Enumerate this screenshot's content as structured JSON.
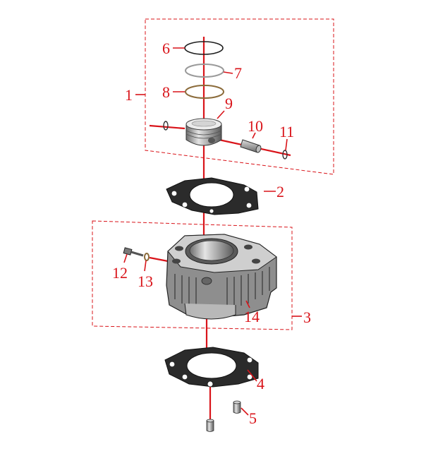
{
  "callouts": {
    "c1": "1",
    "c2": "2",
    "c3": "3",
    "c4": "4",
    "c5": "5",
    "c6": "6",
    "c7": "7",
    "c8": "8",
    "c9": "9",
    "c10": "10",
    "c11": "11",
    "c12": "12",
    "c13": "13",
    "c14": "14"
  },
  "colors": {
    "callout": "#d9141a",
    "part_dark": "#2b2b2b",
    "part_mid": "#8a8a8a",
    "part_light": "#d6d6d6",
    "ring_copper": "#8b6b3a"
  }
}
